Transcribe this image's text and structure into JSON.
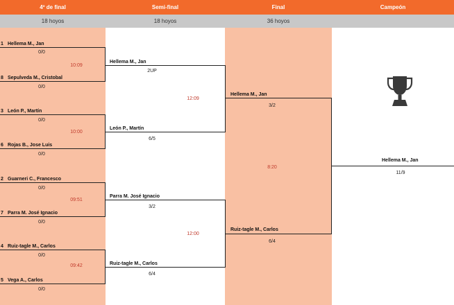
{
  "headers": [
    {
      "title": "4º de final",
      "sub": "18 hoyos"
    },
    {
      "title": "Semi-final",
      "sub": "18 hoyos"
    },
    {
      "title": "Final",
      "sub": "36 hoyos"
    },
    {
      "title": "Campeón",
      "sub": ""
    }
  ],
  "round1": [
    {
      "p1_seed": "1",
      "p1_name": "Hellema M., Jan",
      "p1_score": "0/0",
      "p2_seed": "8",
      "p2_name": "Sepulveda M., Cristobal",
      "p2_score": "0/0",
      "time": "10:09"
    },
    {
      "p1_seed": "3",
      "p1_name": "León P., Martín",
      "p1_score": "0/0",
      "p2_seed": "6",
      "p2_name": "Rojas B., Jose Luis",
      "p2_score": "0/0",
      "time": "10:00"
    },
    {
      "p1_seed": "2",
      "p1_name": "Guarneri C., Francesco",
      "p1_score": "0/0",
      "p2_seed": "7",
      "p2_name": "Parra M. José Ignacio",
      "p2_score": "0/0",
      "time": "09:51"
    },
    {
      "p1_seed": "4",
      "p1_name": "Ruiz-tagle M., Carlos",
      "p1_score": "0/0",
      "p2_seed": "5",
      "p2_name": "Vega A., Carlos",
      "p2_score": "0/0",
      "time": "09:42"
    }
  ],
  "semis": [
    {
      "p1_name": "Hellema M., Jan",
      "p1_score": "2UP",
      "p2_name": "León P., Martín",
      "p2_score": "6/5",
      "time": "12:09"
    },
    {
      "p1_name": "Parra M. José Ignacio",
      "p1_score": "3/2",
      "p2_name": "Ruiz-tagle M., Carlos",
      "p2_score": "6/4",
      "time": "12:00"
    }
  ],
  "final": {
    "p1_name": "Hellema M., Jan",
    "p1_score": "3/2",
    "p2_name": "Ruiz-tagle M., Carlos",
    "p2_score": "6/4",
    "time": "8:20"
  },
  "champion": {
    "name": "Hellema M., Jan",
    "score": "11/9",
    "trophy_icon": "trophy-icon"
  }
}
